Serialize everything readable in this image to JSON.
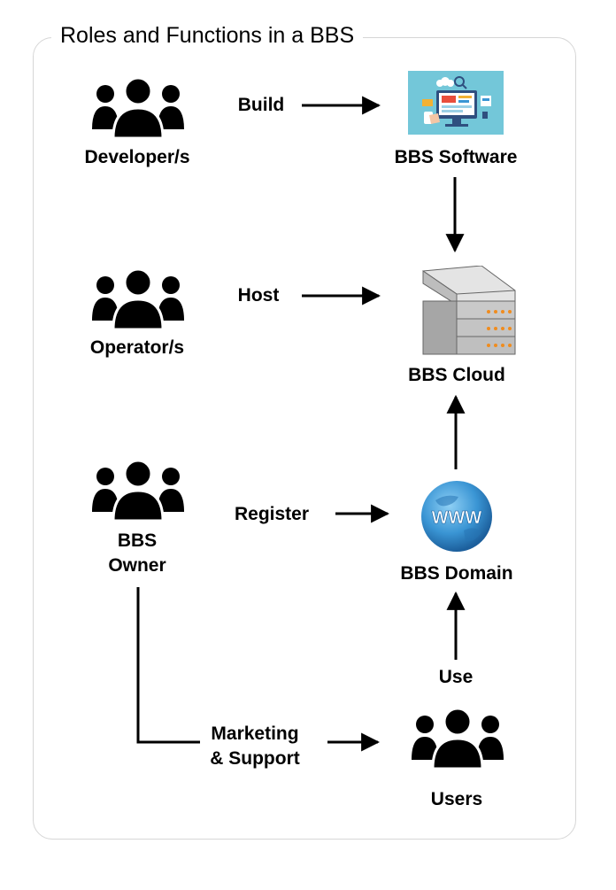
{
  "title": "Roles and Functions in a BBS",
  "roles": {
    "developers": "Developer/s",
    "operators": "Operator/s",
    "owner": "BBS\nOwner",
    "users": "Users"
  },
  "systems": {
    "software": "BBS Software",
    "cloud": "BBS Cloud",
    "domain": "BBS Domain"
  },
  "actions": {
    "build": "Build",
    "host": "Host",
    "register": "Register",
    "marketing": "Marketing\n& Support",
    "use": "Use"
  },
  "colors": {
    "line": "#000000",
    "frame": "#d6d6d6",
    "globe_blue": "#3a95d4",
    "software_bg": "#73c7d9",
    "server_orange": "#f08c1e"
  },
  "icons": {
    "people": "group-people-icon",
    "software": "software-illustration-icon",
    "server": "server-stack-icon",
    "domain": "www-globe-icon"
  }
}
